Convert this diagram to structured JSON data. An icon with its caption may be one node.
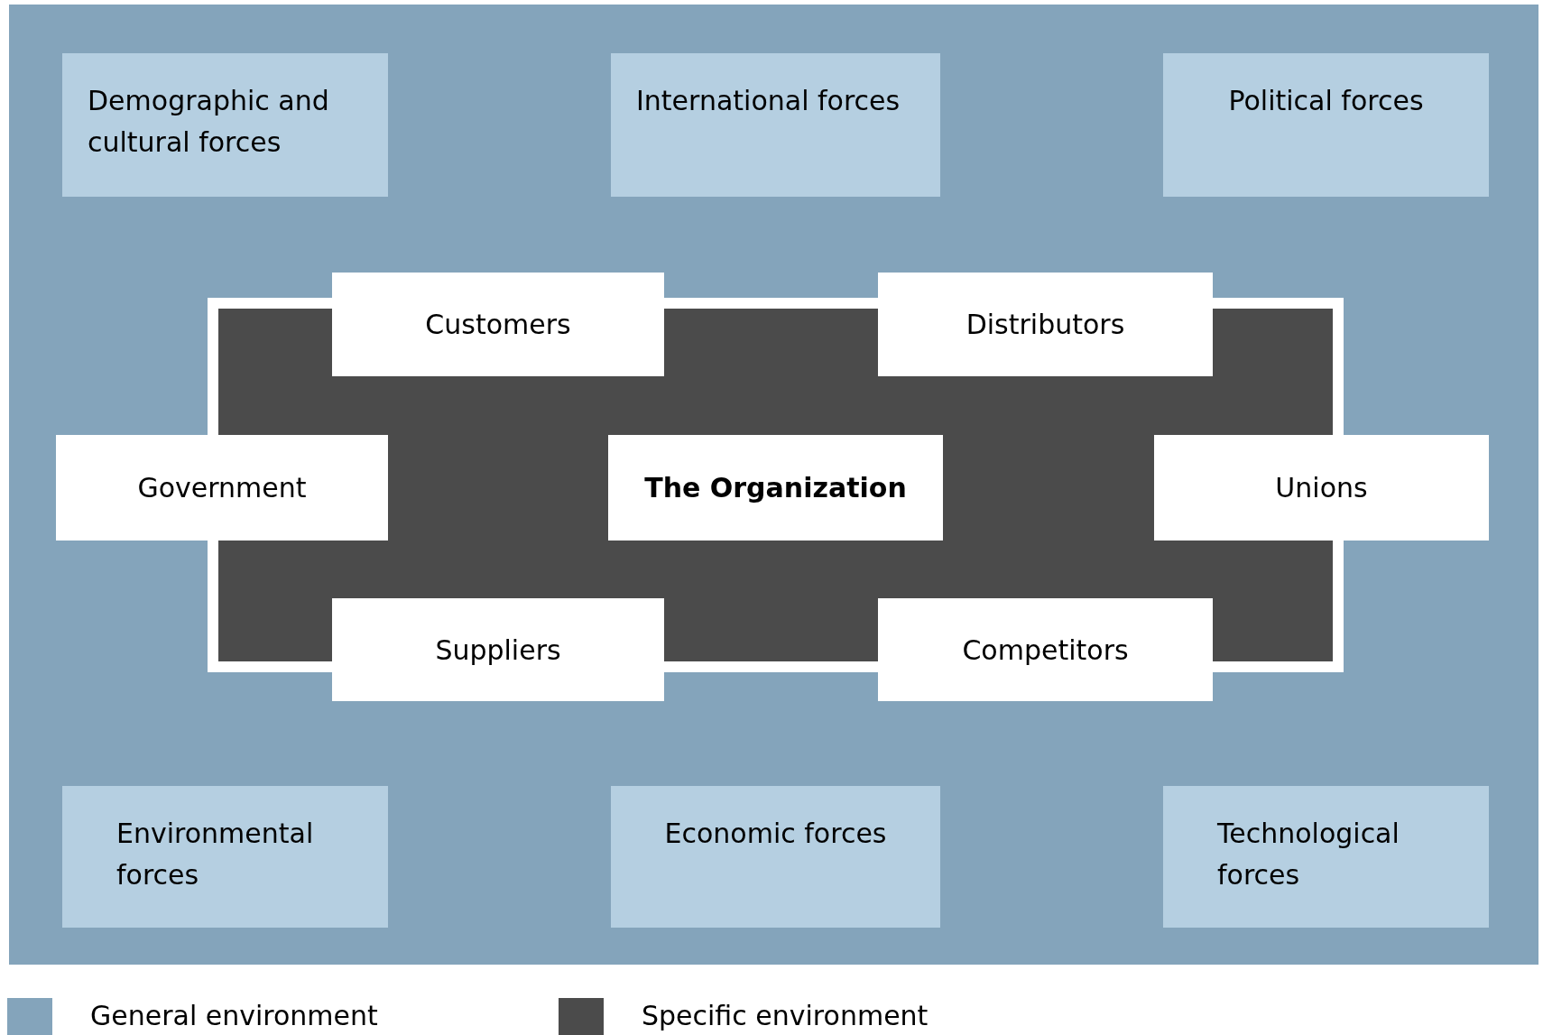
{
  "diagram": {
    "nodes": [
      {
        "text": [
          "Demographic and cultural forces"
        ]
      },
      {
        "text": [
          "International forces"
        ]
      },
      {
        "text": [
          "Political forces"
        ]
      },
      {
        "text": [
          "Customers"
        ]
      },
      {
        "text": [
          "Distributors"
        ]
      },
      {
        "text": [
          "Government"
        ]
      },
      {
        "text": [
          "The Organization"
        ]
      },
      {
        "text": [
          "Unions"
        ]
      },
      {
        "text": [
          "Suppliers"
        ]
      },
      {
        "text": [
          "Competitors"
        ]
      },
      {
        "text": [
          "Environmental forces"
        ]
      },
      {
        "text": [
          "Economic forces"
        ]
      },
      {
        "text": [
          "Technological forces"
        ]
      }
    ],
    "edges": [],
    "legend": [
      {
        "text": "General environment",
        "color": "#84a4bb"
      },
      {
        "text": "Specific environment",
        "color": "#4b4b4b"
      }
    ]
  }
}
